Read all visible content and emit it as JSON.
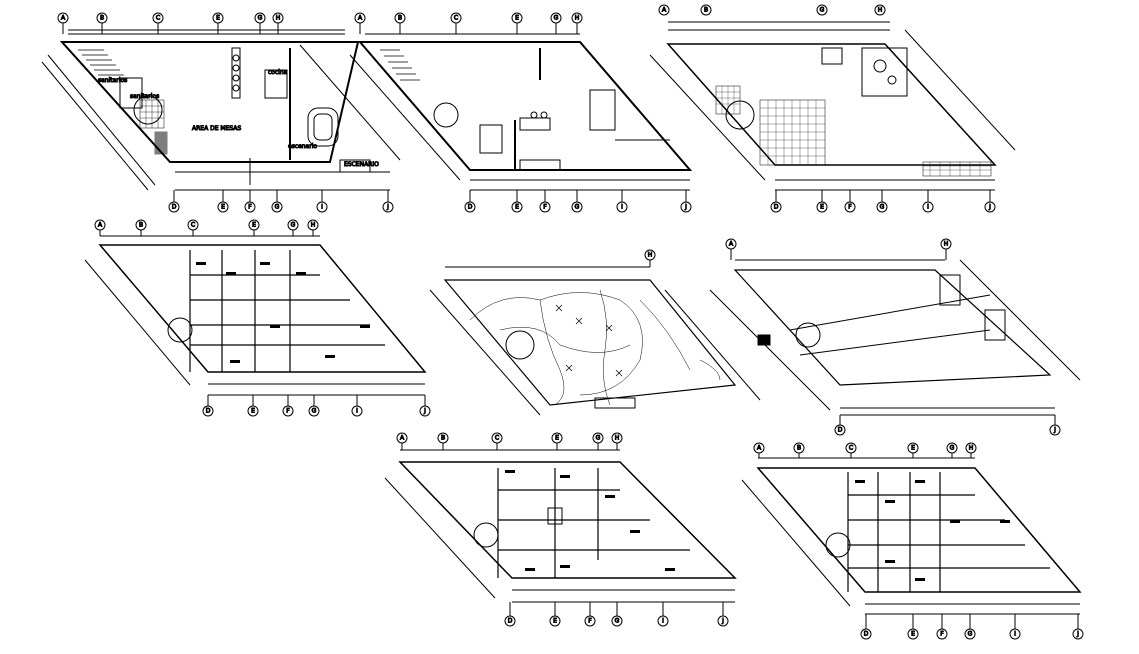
{
  "sheet": {
    "background": "#ffffff",
    "ink": "#000000"
  },
  "plans": [
    {
      "id": "plan-1",
      "bubbles_top": [
        "A",
        "B",
        "C",
        "E",
        "G",
        "H"
      ],
      "bubbles_bottom": [
        "D",
        "E",
        "F",
        "G",
        "I",
        "J"
      ],
      "labels": [
        "sanitarios",
        "sanitarios",
        "AREA DE MESAS",
        "cocina",
        "escenario",
        "ESCENARIO"
      ]
    },
    {
      "id": "plan-2",
      "bubbles_top": [
        "A",
        "B",
        "C",
        "E",
        "G",
        "H"
      ],
      "bubbles_bottom": [
        "D",
        "E",
        "F",
        "G",
        "I",
        "J"
      ],
      "labels": []
    },
    {
      "id": "plan-3",
      "bubbles_top": [
        "A",
        "B",
        "G",
        "H"
      ],
      "bubbles_bottom": [
        "D",
        "E",
        "F",
        "G",
        "I",
        "J"
      ],
      "labels": []
    },
    {
      "id": "plan-4",
      "bubbles_top": [
        "A",
        "B",
        "C",
        "E",
        "G",
        "H"
      ],
      "bubbles_bottom": [
        "D",
        "E",
        "F",
        "G",
        "I",
        "J"
      ],
      "labels": []
    },
    {
      "id": "plan-5",
      "bubbles_top": [
        "H"
      ],
      "bubbles_bottom": [],
      "labels": []
    },
    {
      "id": "plan-6",
      "bubbles_top": [
        "A",
        "H"
      ],
      "bubbles_bottom": [
        "D",
        "J"
      ],
      "labels": []
    },
    {
      "id": "plan-7",
      "bubbles_top": [
        "A",
        "B",
        "C",
        "E",
        "G",
        "H"
      ],
      "bubbles_bottom": [
        "D",
        "E",
        "F",
        "G",
        "I",
        "J"
      ],
      "labels": []
    },
    {
      "id": "plan-8",
      "bubbles_top": [
        "A",
        "B",
        "C",
        "E",
        "G",
        "H"
      ],
      "bubbles_bottom": [
        "D",
        "E",
        "F",
        "G",
        "I",
        "J"
      ],
      "labels": []
    }
  ]
}
